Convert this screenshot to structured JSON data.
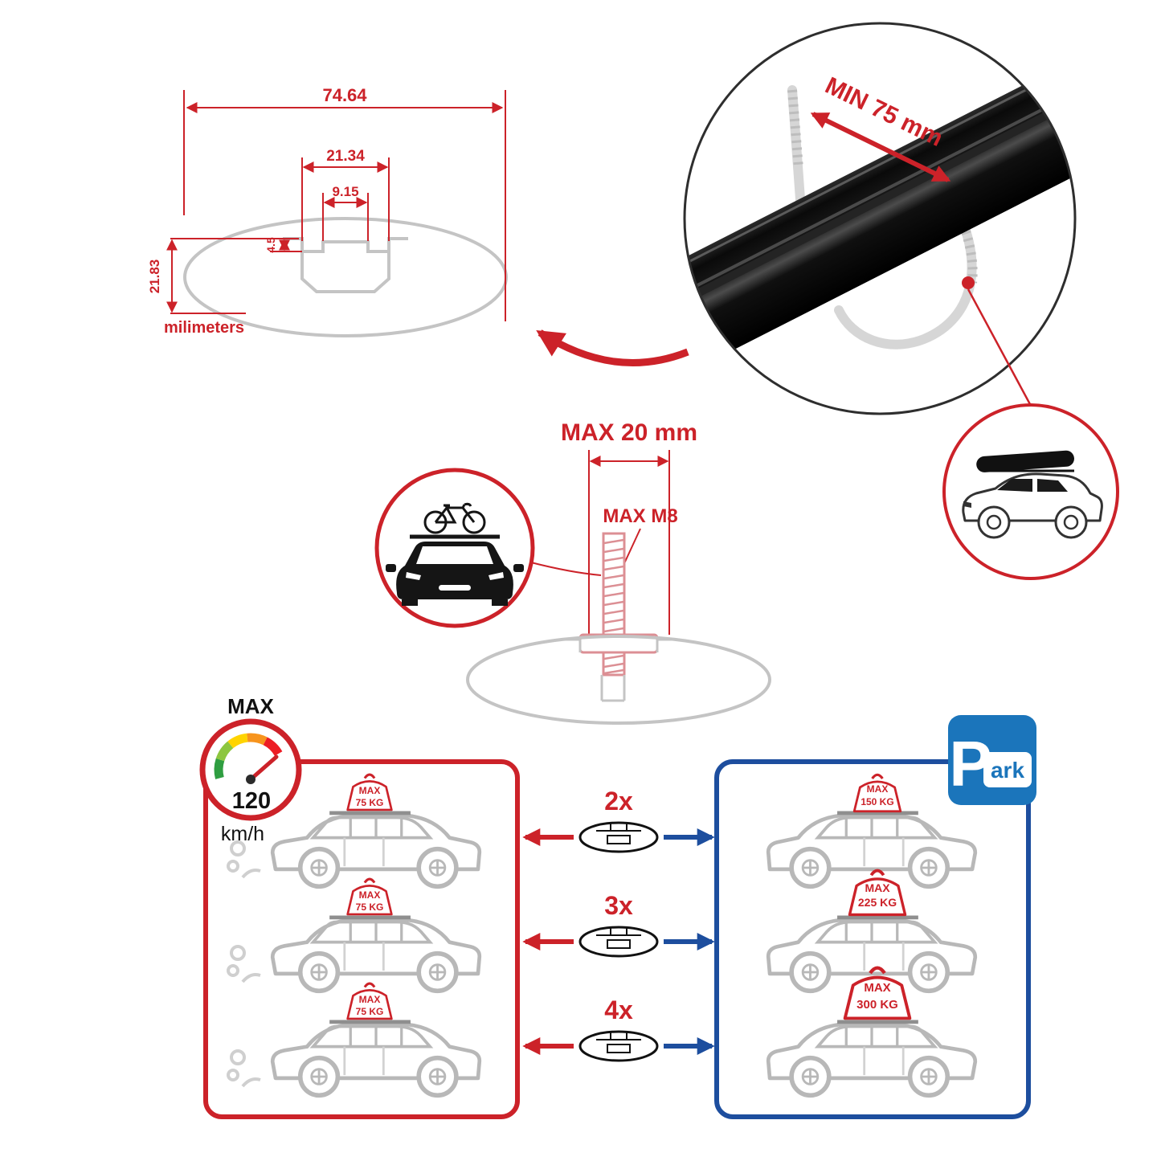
{
  "colors": {
    "red": "#cc2229",
    "blue": "#1d4e9e",
    "park_blue": "#1b75bb",
    "diagram_gray": "#c4c4c4",
    "car_gray": "#b8b8b8",
    "bar_black": "#111111",
    "gauge_segments": [
      "#2f9e41",
      "#8dc63f",
      "#ffd400",
      "#f7941d",
      "#ed1c24"
    ]
  },
  "icons": {
    "speed_gauge": "speedometer-dial",
    "park": "parking-sign",
    "bike_on_car": "car-front-with-bicycle",
    "suv_roofbox": "suv-with-roof-box",
    "crossbar_section": "crossbar-profile-ellipse",
    "exhaust": "smoke-puffs"
  },
  "cross_section": {
    "width_total": "74.64",
    "slot_width": "21.34",
    "slot_opening": "9.15",
    "lip_depth": "4.5",
    "height": "21.83",
    "units_label": "milimeters"
  },
  "clamp_detail": {
    "min_span": "MIN 75 mm"
  },
  "bolt": {
    "max_width": "MAX 20 mm",
    "max_thread": "MAX M8"
  },
  "speed_limit": {
    "label": "MAX",
    "value": "120",
    "unit": "km/h"
  },
  "park_sign": {
    "initial": "P",
    "rest": "ark"
  },
  "comparison": {
    "rows": [
      {
        "multiplier": "2x",
        "left": {
          "line1": "MAX",
          "line2": "75 KG"
        },
        "right": {
          "line1": "MAX",
          "line2": "150 KG"
        }
      },
      {
        "multiplier": "3x",
        "left": {
          "line1": "MAX",
          "line2": "75 KG"
        },
        "right": {
          "line1": "MAX",
          "line2": "225 KG"
        }
      },
      {
        "multiplier": "4x",
        "left": {
          "line1": "MAX",
          "line2": "75 KG"
        },
        "right": {
          "line1": "MAX",
          "line2": "300 KG"
        }
      }
    ]
  }
}
